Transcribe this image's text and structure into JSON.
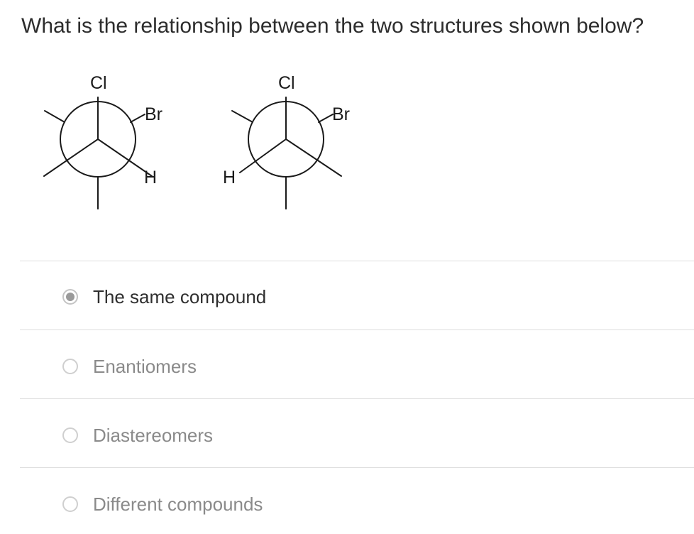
{
  "question": {
    "text": "What is the relationship between the two structures shown below?"
  },
  "structures": {
    "left": {
      "front_top": "Cl",
      "back_upper_right": "Br",
      "back_lower_right": "H"
    },
    "right": {
      "front_top": "Cl",
      "back_upper_right": "Br",
      "back_lower_left": "H"
    }
  },
  "options": [
    {
      "label": "The same compound",
      "selected": true
    },
    {
      "label": "Enantiomers",
      "selected": false
    },
    {
      "label": "Diastereomers",
      "selected": false
    },
    {
      "label": "Different compounds",
      "selected": false
    }
  ]
}
